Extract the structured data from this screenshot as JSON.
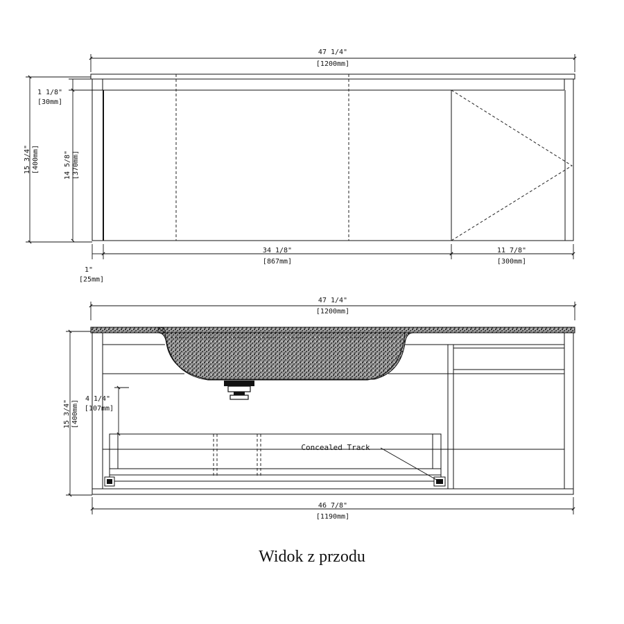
{
  "top_view": {
    "overall_width": {
      "imperial": "47 1/4\"",
      "metric": "[1200mm]"
    },
    "top_thickness": {
      "imperial": "1 1/8\"",
      "metric": "[30mm]"
    },
    "total_height": {
      "imperial": "15 3/4\"",
      "metric": "[400mm]"
    },
    "body_height": {
      "imperial": "14 5/8\"",
      "metric": "[370mm]"
    },
    "drawer_width": {
      "imperial": "34 1/8\"",
      "metric": "[867mm]"
    },
    "door_width": {
      "imperial": "11 7/8\"",
      "metric": "[300mm]"
    },
    "side_thickness": {
      "imperial": "1\"",
      "metric": "[25mm]"
    }
  },
  "front_view": {
    "overall_width": {
      "imperial": "47 1/4\"",
      "metric": "[1200mm]"
    },
    "total_height": {
      "imperial": "15 3/4\"",
      "metric": "[400mm]"
    },
    "drain_clearance": {
      "imperial": "4 1/4\"",
      "metric": "[107mm]"
    },
    "bottom_width": {
      "imperial": "46 7/8\"",
      "metric": "[1190mm]"
    },
    "track_label": "Concealed Track"
  },
  "caption": "Widok z przodu"
}
